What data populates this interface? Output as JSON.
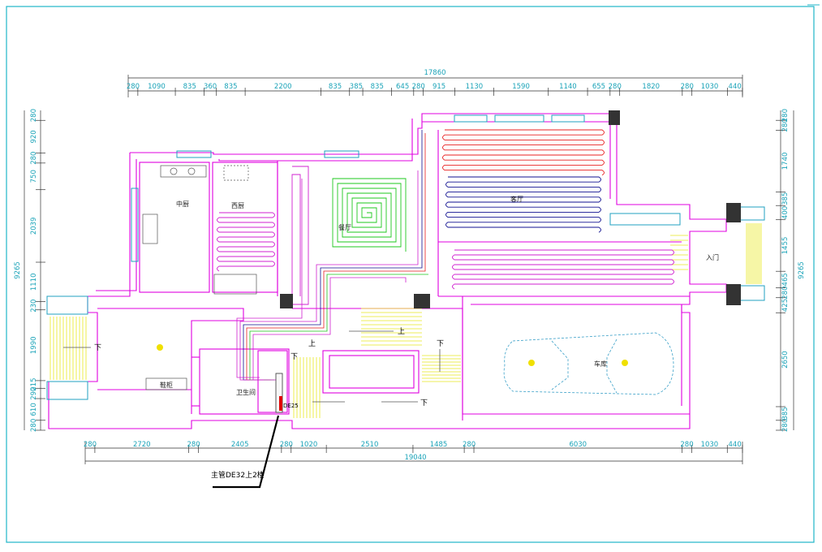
{
  "colors": {
    "frame": "#20b6c9",
    "wall": "#e000e0",
    "dimension": "#1aa3b8",
    "pipe_red": "#e82020",
    "pipe_blue": "#101090",
    "pipe_green": "#1ec81e",
    "pipe_magenta": "#d020d0",
    "stair": "#e8e820",
    "car": "#3aa0c8",
    "lamp": "#f0e000",
    "manifold": "#333333",
    "main_pipe": "#e00000"
  },
  "dimensions": {
    "top_total": "17860",
    "top_segments": [
      "280",
      "1090",
      "835",
      "360",
      "835",
      "2200",
      "835",
      "385",
      "835",
      "645",
      "280",
      "915",
      "1130",
      "1590",
      "1140",
      "655",
      "280",
      "1820",
      "280",
      "1030",
      "440"
    ],
    "bottom_total": "19040",
    "bottom_segments": [
      "280",
      "2720",
      "280",
      "2405",
      "280",
      "1020",
      "2510",
      "1485",
      "280",
      "6030",
      "280",
      "1030",
      "440"
    ],
    "left_total": "9265",
    "left_segments": [
      "280",
      "920",
      "280",
      "750",
      "2039",
      "1110",
      "230",
      "1990",
      "215",
      "290",
      "610",
      "280"
    ],
    "right_total": "9265",
    "right_segments": [
      "280",
      "280",
      "1740",
      "385",
      "400",
      "1455",
      "465",
      "280",
      "425",
      "2650",
      "385",
      "280"
    ]
  },
  "rooms": {
    "kitchen": "中厨",
    "western_kitchen": "西厨",
    "dining": "餐厅",
    "living": "客厅",
    "entrance": "入门",
    "garage": "车库",
    "bathroom": "卫生间",
    "storage": "鞋柜"
  },
  "annotations": {
    "up_1": "上",
    "up_2": "上",
    "down_1": "下",
    "down_2": "下",
    "down_3": "下",
    "down_4": "下",
    "pipe_size": "DE25",
    "main_pipe": "主管DE32上2楼"
  }
}
